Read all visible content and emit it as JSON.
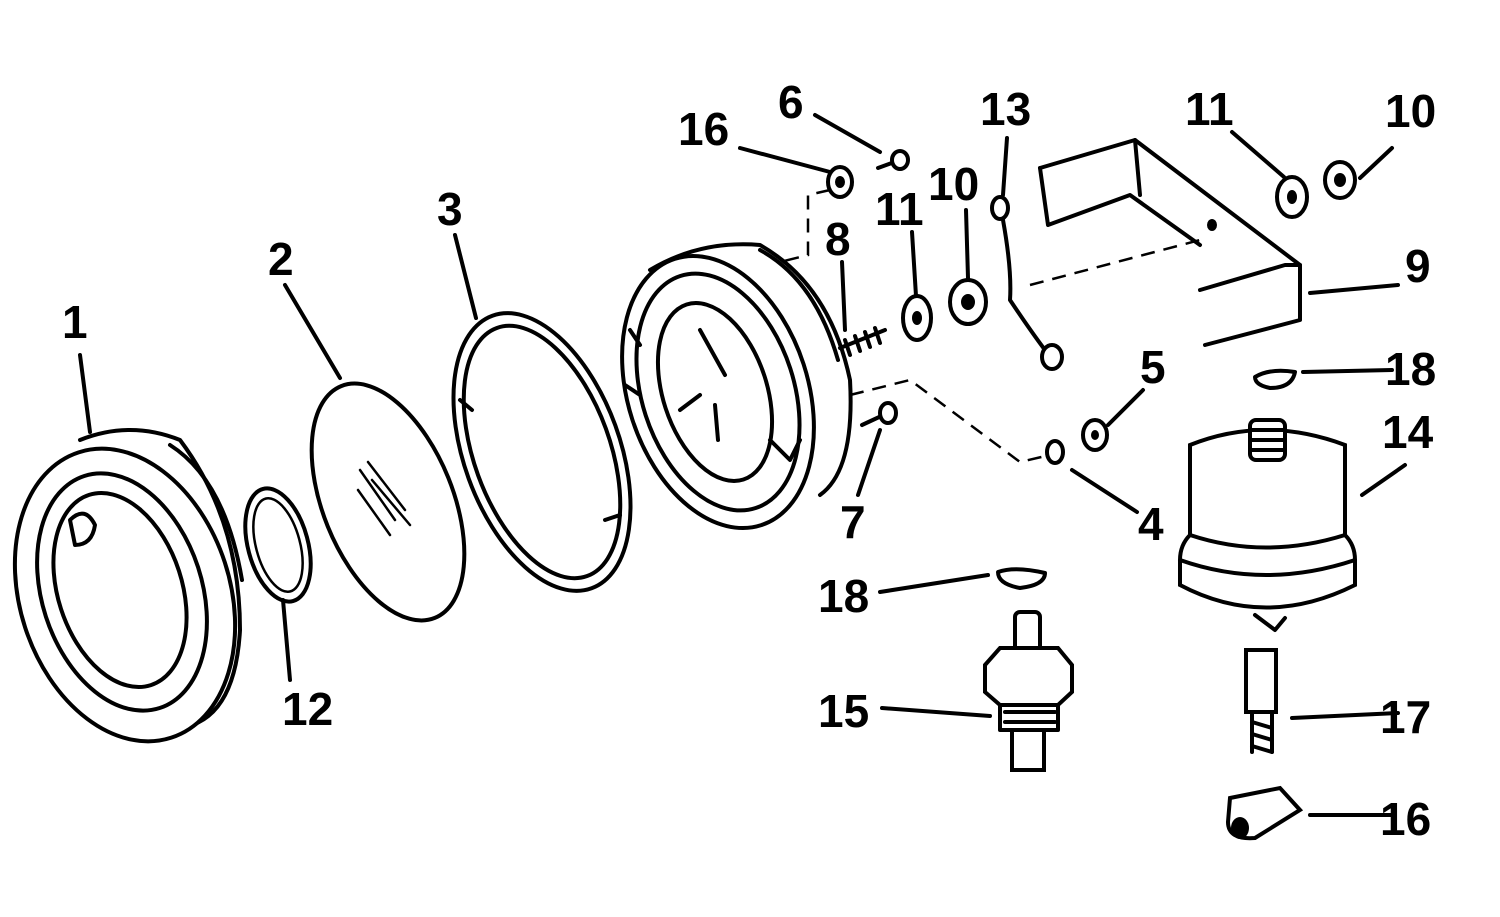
{
  "callouts": [
    {
      "id": "callout-1",
      "text": "1"
    },
    {
      "id": "callout-2",
      "text": "2"
    },
    {
      "id": "callout-3",
      "text": "3"
    },
    {
      "id": "callout-4",
      "text": "4"
    },
    {
      "id": "callout-5",
      "text": "5"
    },
    {
      "id": "callout-6",
      "text": "6"
    },
    {
      "id": "callout-7",
      "text": "7"
    },
    {
      "id": "callout-8",
      "text": "8"
    },
    {
      "id": "callout-9",
      "text": "9"
    },
    {
      "id": "callout-10a",
      "text": "10"
    },
    {
      "id": "callout-10b",
      "text": "10"
    },
    {
      "id": "callout-11a",
      "text": "11"
    },
    {
      "id": "callout-11b",
      "text": "11"
    },
    {
      "id": "callout-12",
      "text": "12"
    },
    {
      "id": "callout-13",
      "text": "13"
    },
    {
      "id": "callout-14",
      "text": "14"
    },
    {
      "id": "callout-15",
      "text": "15"
    },
    {
      "id": "callout-16a",
      "text": "16"
    },
    {
      "id": "callout-16b",
      "text": "16"
    },
    {
      "id": "callout-17",
      "text": "17"
    },
    {
      "id": "callout-18a",
      "text": "18"
    },
    {
      "id": "callout-18b",
      "text": "18"
    }
  ],
  "colors": {
    "ink": "#000000",
    "paper": "#ffffff"
  }
}
